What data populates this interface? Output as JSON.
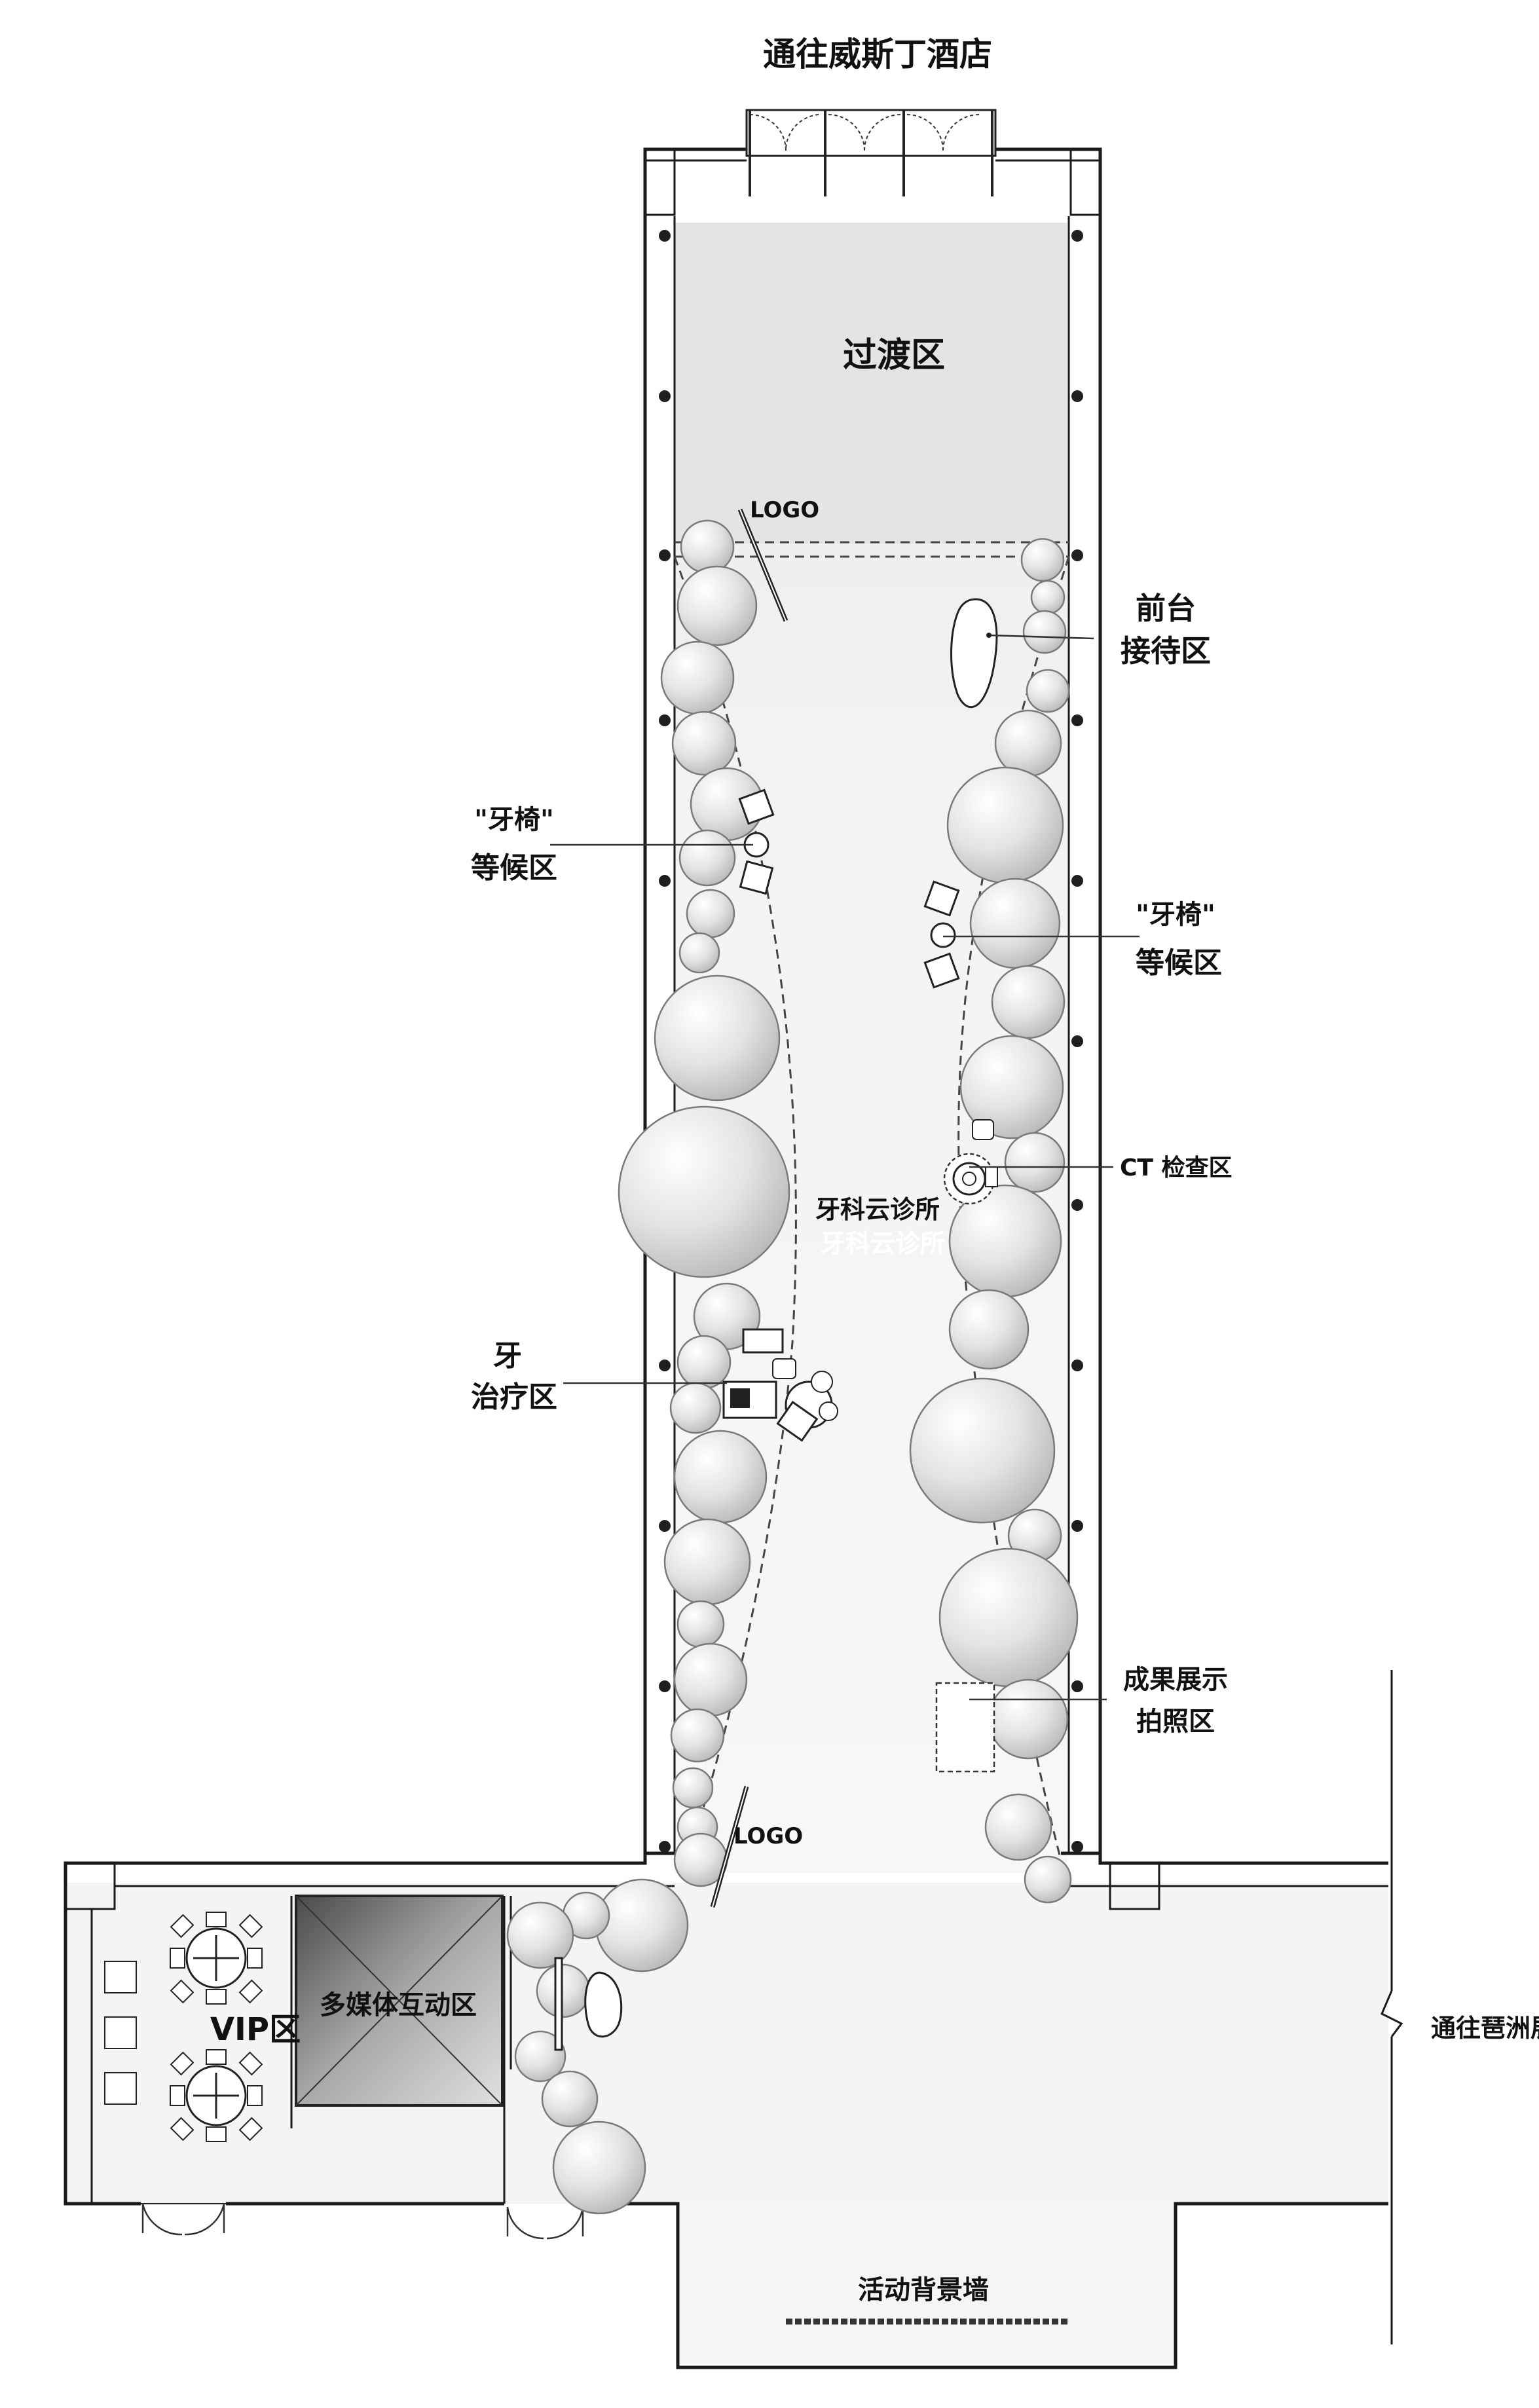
{
  "labels": {
    "to_westin": "通往威斯丁酒店",
    "transition": "过渡区",
    "logo_top": "LOGO",
    "reception_1": "前台",
    "reception_2": "接待区",
    "chair_wait_left_1": "\"牙椅\"",
    "chair_wait_left_2": "等候区",
    "chair_wait_right_1": "\"牙椅\"",
    "chair_wait_right_2": "等候区",
    "ct": "CT 检查区",
    "clinic_name": "牙科云诊所",
    "clinic_name_echo": "牙科云诊所",
    "treatment_1": "牙",
    "treatment_2": "治疗区",
    "results_1": "成果展示",
    "results_2": "拍照区",
    "logo_bottom": "LOGO",
    "multimedia": "多媒体互动区",
    "vip": "VIP区",
    "to_pipa": "通往琶洲展馆",
    "event_wall": "活动背景墙"
  },
  "colors": {
    "wall": "#1a1a1a",
    "floor_light": "#f4f4f4",
    "multimedia_dark": "#6e6e6e",
    "clinic_echo_text": "#ffffff"
  }
}
